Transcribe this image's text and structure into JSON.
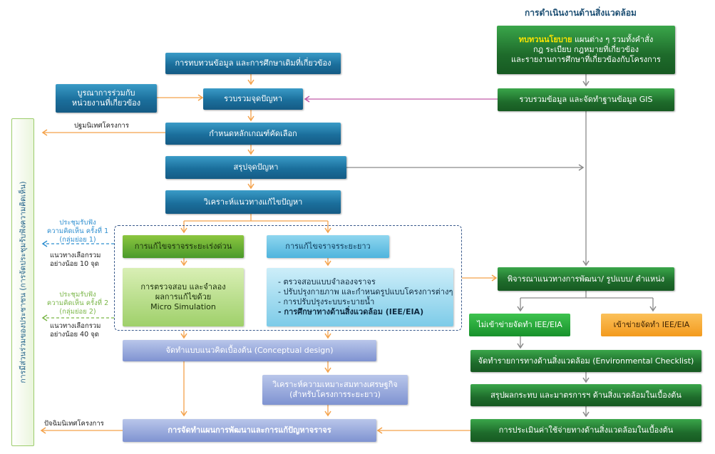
{
  "header": {
    "env_title": "การดำเนินงานด้านสิ่งแวดล้อม"
  },
  "sidebar": {
    "label": "การมีส่วนร่วมของประชาชน (การจัดประชุมรับฟังความคิดเห็น)"
  },
  "left": {
    "review": "การทบทวนข้อมูล และการศึกษาเดิมที่เกี่ยวข้อง",
    "integrate": [
      "บูรณาการร่วมกับ",
      "หน่วยงานที่เกี่ยวข้อง"
    ],
    "collect": "รวบรวมจุดปัญหา",
    "criteria": "กำหนดหลักเกณฑ์คัดเลือก",
    "kickoff": "ปฐมนิเทศโครงการ",
    "summary": "สรุปจุดปัญหา",
    "analyze": "วิเคราะห์แนวทางแก้ไขปัญหา",
    "short_term": "การแก้ไขจราจรระยะเร่งด่วน",
    "long_term": "การแก้ไขจราจรระยะยาว",
    "short_detail": [
      "การตรวจสอบ และจำลอง",
      "ผลการแก้ไขด้วย",
      "Micro Simulation"
    ],
    "long_items": [
      "ตรวจสอบแบบจำลองจราจร",
      "ปรับปรุงกายภาพ และกำหนดรูปแบบโครงการต่างๆ",
      "การปรับปรุงระบบระบายน้ำ",
      "การศึกษาทางด้านสิ่งแวดล้อม (IEE/EIA)"
    ],
    "conceptual": "จัดทำแบบแนวคิดเบื้องต้น (Conceptual design)",
    "econ": [
      "วิเคราะห์ความเหมาะสมทางเศรษฐกิจ",
      "(สำหรับโครงการระยะยาว)"
    ],
    "final_plan": "การจัดทำแผนการพัฒนาและการแก้ปัญหาจราจร",
    "closing": "ปัจฉิมนิเทศโครงการ"
  },
  "meetings": {
    "m1": [
      "ประชุมรับฟัง",
      "ความคิดเห็น ครั้งที่ 1",
      "(กลุ่มย่อย 1)"
    ],
    "m1_note": [
      "แนวทางเลือกรวม",
      "อย่างน้อย 10 จุด"
    ],
    "m2": [
      "ประชุมรับฟัง",
      "ความคิดเห็น ครั้งที่ 2",
      "(กลุ่มย่อย 2)"
    ],
    "m2_note": [
      "แนวทางเลือกรวม",
      "อย่างน้อย 40 จุด"
    ]
  },
  "right": {
    "policy_hl": "ทบทวนนโยบาย",
    "policy_rest": " แผนต่าง ๆ รวมทั้งคำสั่ง",
    "policy_l2": "กฎ ระเบียบ กฎหมายที่เกี่ยวข้อง",
    "policy_l3": "และรายงานการศึกษาที่เกี่ยวข้องกับโครงการ",
    "gis": "รวบรวมข้อมูล และจัดทำฐานข้อมูล GIS",
    "consider": "พิจารณาแนวทางการพัฒนา/ รูปแบบ/ ตำแหน่ง",
    "not_iee": "ไม่เข้าข่ายจัดทำ IEE/EIA",
    "iee": "เข้าข่ายจัดทำ IEE/EIA",
    "checklist": "จัดทำรายการทางด้านสิ่งแวดล้อม (Environmental Checklist)",
    "impact": "สรุปผลกระทบ และมาตรการฯ ด้านสิ่งแวดล้อมในเบื้องต้น",
    "cost": "การประเมินค่าใช้จ่ายทางด้านสิ่งแวดล้อมในเบื้องต้น"
  },
  "colors": {
    "arrow_orange": "#f4a24a",
    "arrow_gray": "#8a8a8a",
    "arrow_pink": "#c05aa8",
    "arrow_blue_dash": "#2f8fd0",
    "arrow_green_dash": "#7ab648",
    "policy_highlight": "#ffe600"
  }
}
